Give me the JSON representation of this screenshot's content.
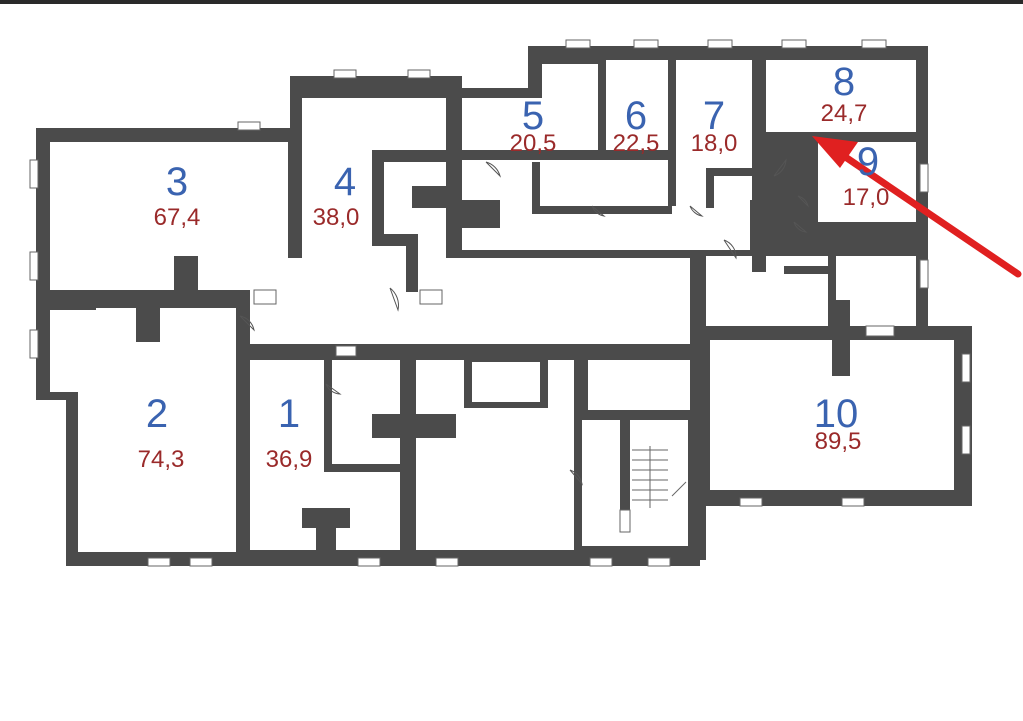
{
  "colors": {
    "wall": "#4b4b4b",
    "room_number": "#3a63b0",
    "room_area": "#9a2a2a",
    "arrow": "#e02020"
  },
  "icons": {
    "arrow": "red-arrow-pointer"
  },
  "rooms": [
    {
      "id": "1",
      "number": "1",
      "area": "36,9"
    },
    {
      "id": "2",
      "number": "2",
      "area": "74,3"
    },
    {
      "id": "3",
      "number": "3",
      "area": "67,4"
    },
    {
      "id": "4",
      "number": "4",
      "area": "38,0"
    },
    {
      "id": "5",
      "number": "5",
      "area": "20,5"
    },
    {
      "id": "6",
      "number": "6",
      "area": "22,5"
    },
    {
      "id": "7",
      "number": "7",
      "area": "18,0"
    },
    {
      "id": "8",
      "number": "8",
      "area": "24,7"
    },
    {
      "id": "9",
      "number": "9",
      "area": "17,0"
    },
    {
      "id": "10",
      "number": "10",
      "area": "89,5"
    }
  ]
}
